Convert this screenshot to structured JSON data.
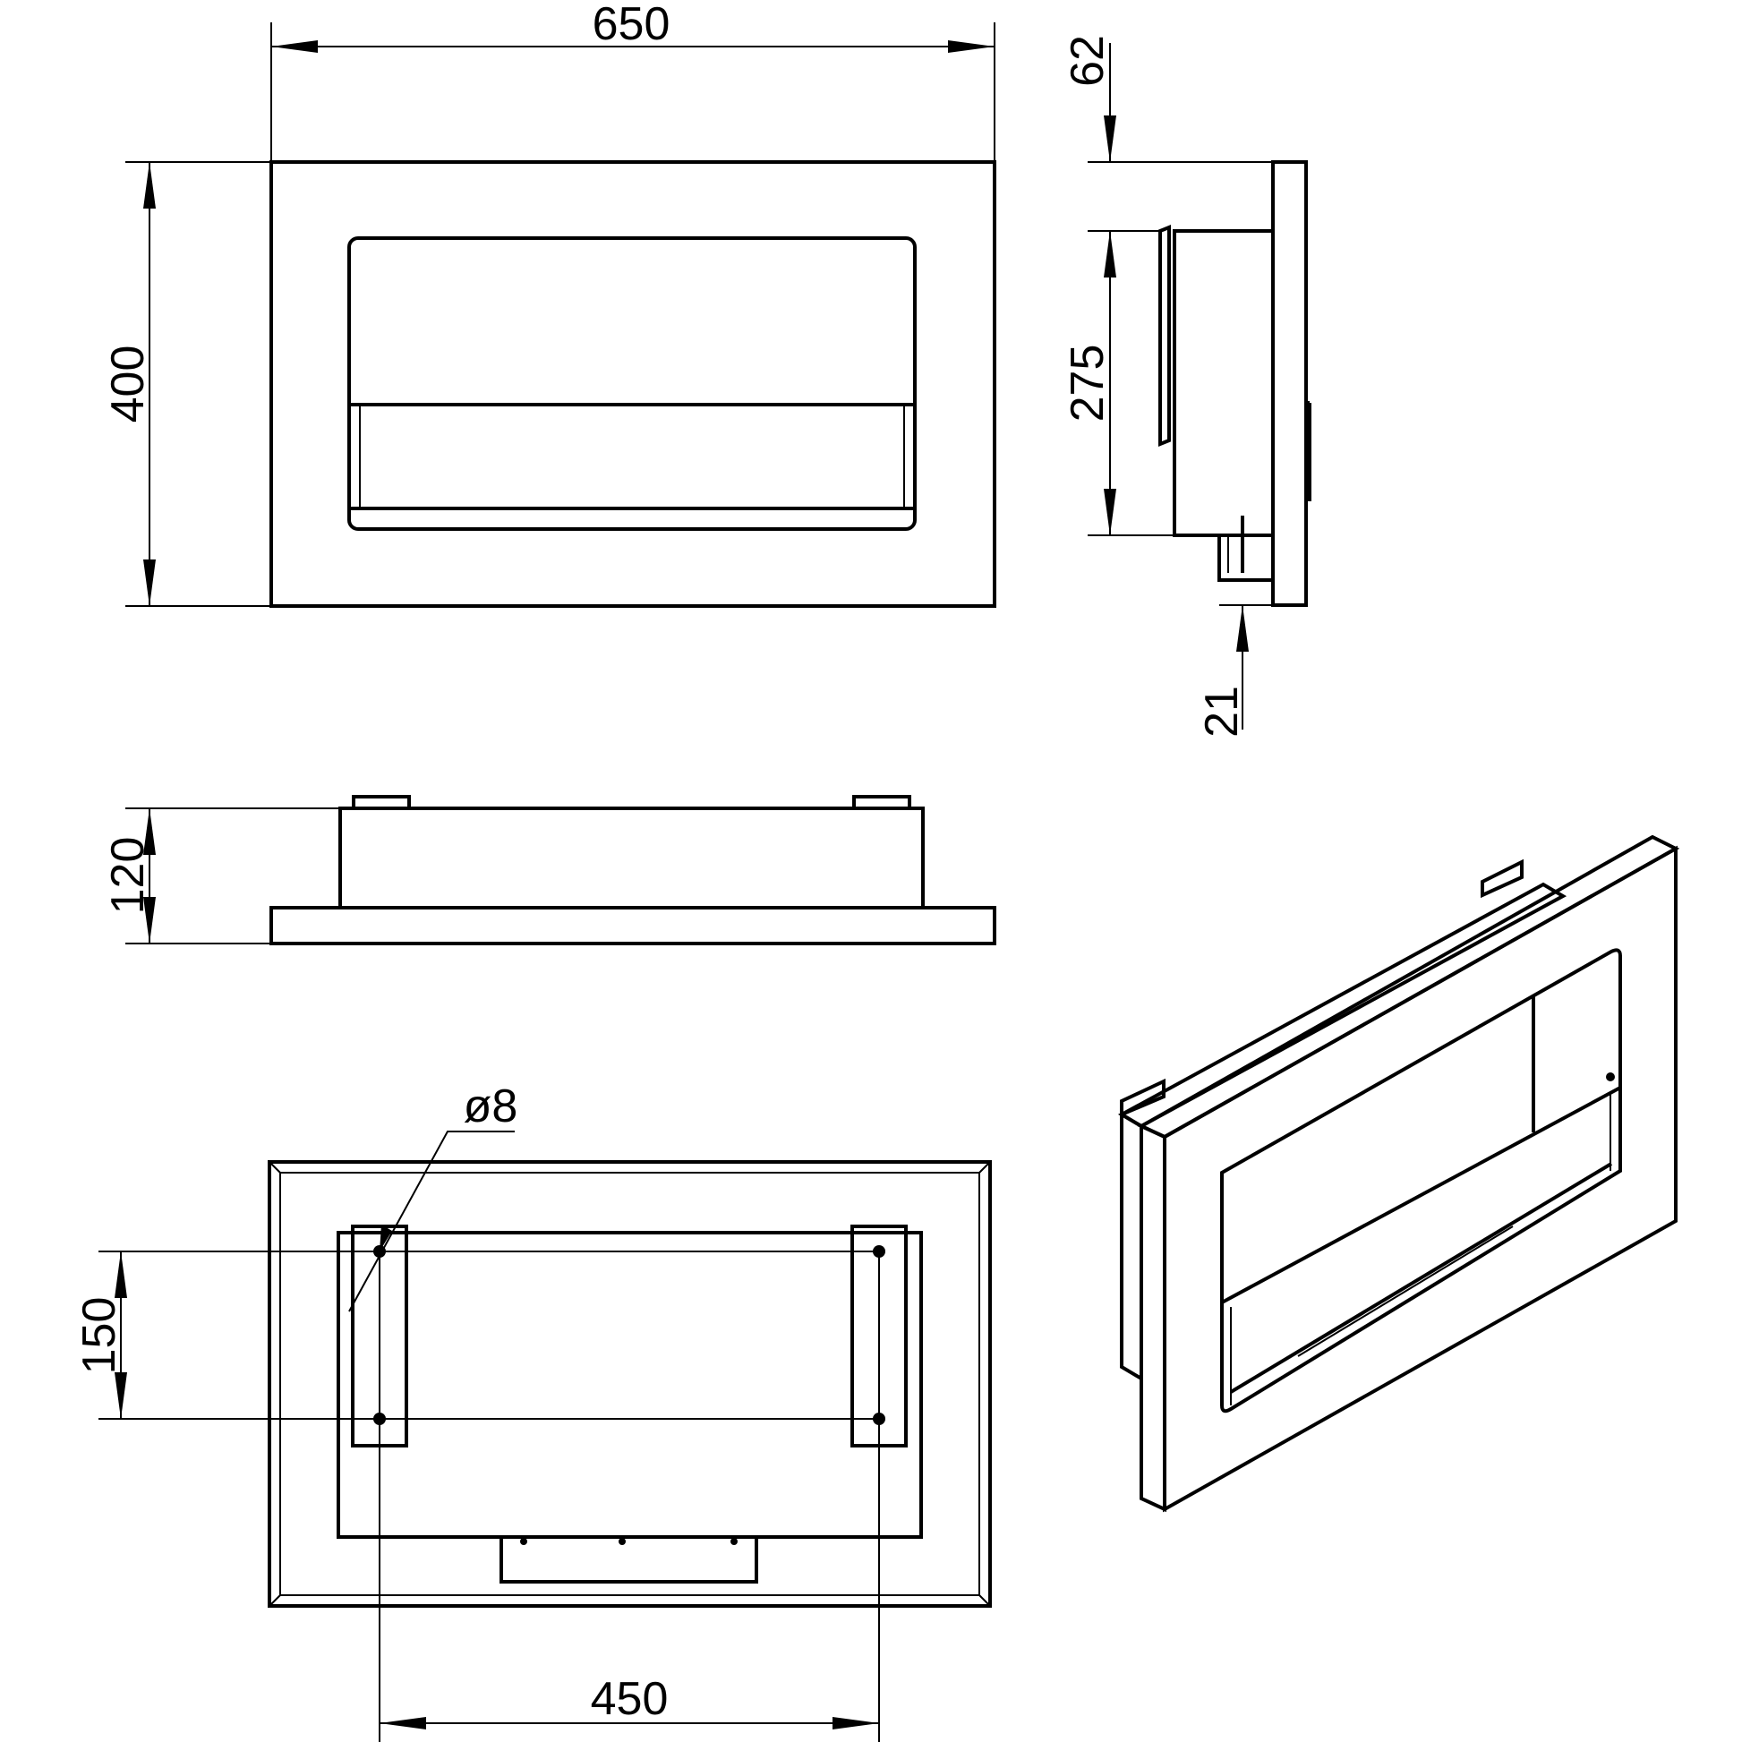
{
  "dimensions": {
    "front_width": "650",
    "front_height": "400",
    "side_top_offset": "62",
    "side_body_height": "275",
    "side_bottom_offset": "21",
    "top_depth": "120",
    "back_vertical_spacing": "150",
    "back_hole_diameter": "ø8",
    "back_horizontal_spacing": "450"
  }
}
